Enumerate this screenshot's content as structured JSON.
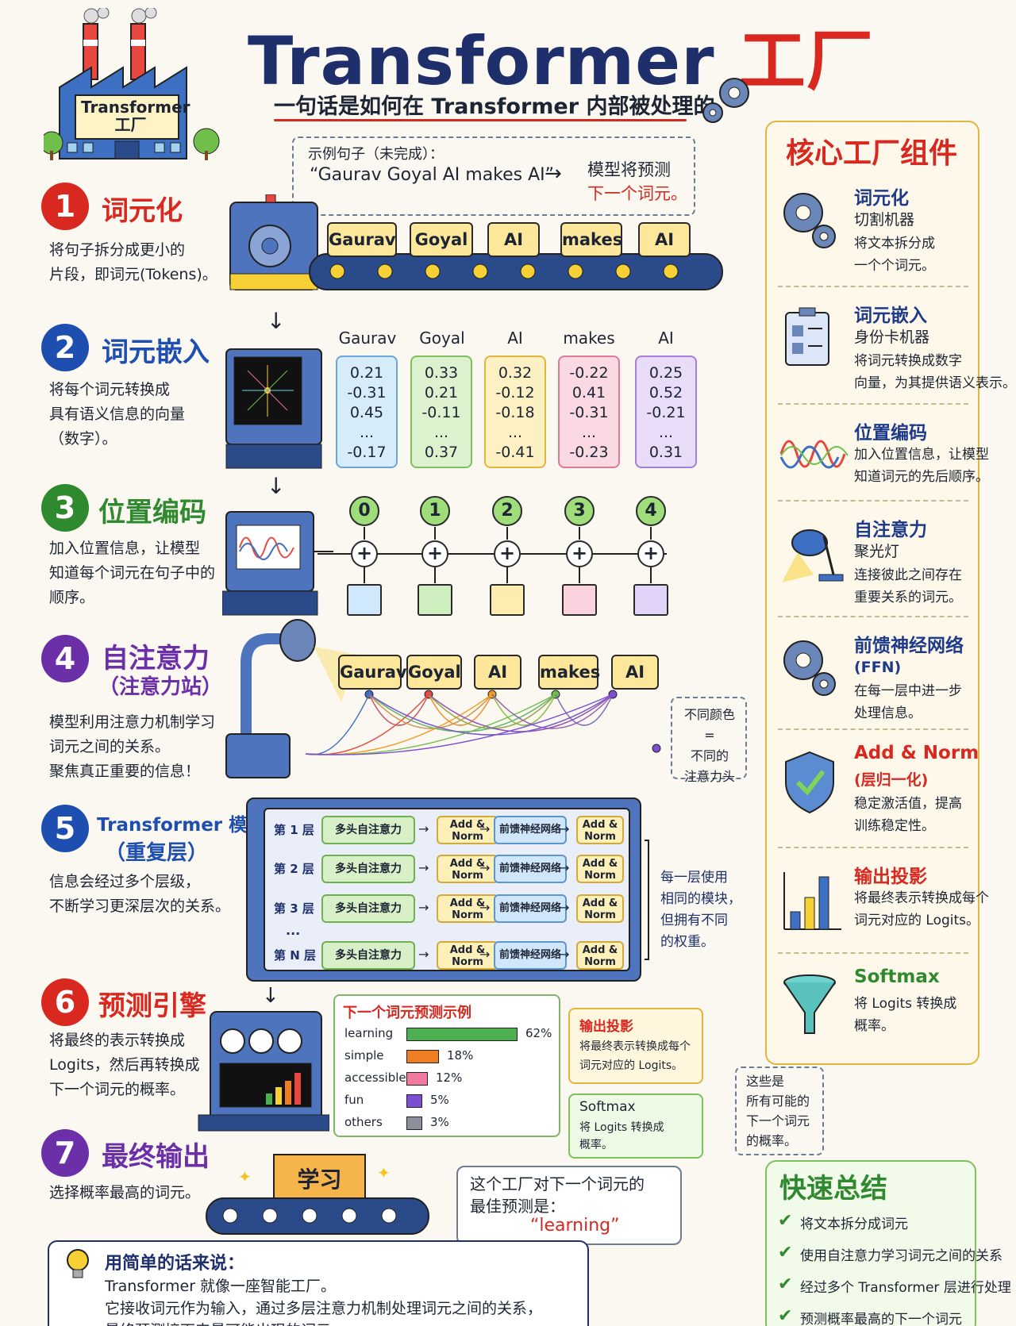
{
  "header": {
    "title_en": "Transformer",
    "title_cn": "工厂",
    "subtitle": "一句话是如何在 Transformer 内部被处理的",
    "factory_sign": "Transformer 工厂"
  },
  "example": {
    "label": "示例句子（未完成）：",
    "sentence": "“Gaurav Goyal AI makes AI”",
    "arrow": "→",
    "predict_line1": "模型将预测",
    "predict_line2": "下一个词元。"
  },
  "steps": [
    {
      "num": "1",
      "title": "词元化",
      "subtitle": "",
      "desc": [
        "将句子拆分成更小的",
        "片段，即词元(Tokens)。"
      ]
    },
    {
      "num": "2",
      "title": "词元嵌入",
      "subtitle": "",
      "desc": [
        "将每个词元转换成",
        "具有语义信息的向量",
        "（数字）。"
      ]
    },
    {
      "num": "3",
      "title": "位置编码",
      "subtitle": "",
      "desc": [
        "加入位置信息，让模型",
        "知道每个词元在句子中的",
        "顺序。"
      ]
    },
    {
      "num": "4",
      "title": "自注意力",
      "subtitle": "（注意力站）",
      "desc": [
        "模型利用注意力机制学习",
        "词元之间的关系。",
        "聚焦真正重要的信息！"
      ]
    },
    {
      "num": "5",
      "title": "Transformer 模块",
      "subtitle": "（重复层）",
      "desc": [
        "信息会经过多个层级，",
        "不断学习更深层次的关系。"
      ]
    },
    {
      "num": "6",
      "title": "预测引擎",
      "subtitle": "",
      "desc": [
        "将最终的表示转换成",
        "Logits，然后再转换成",
        "下一个词元的概率。"
      ]
    },
    {
      "num": "7",
      "title": "最终输出",
      "subtitle": "",
      "desc": [
        "选择概率最高的词元。"
      ]
    }
  ],
  "tokens": [
    "Gaurav",
    "Goyal",
    "AI",
    "makes",
    "AI"
  ],
  "embeddings": [
    {
      "token": "Gaurav",
      "values": [
        "0.21",
        "-0.31",
        "0.45",
        "...",
        "-0.17"
      ]
    },
    {
      "token": "Goyal",
      "values": [
        "0.33",
        "0.21",
        "-0.11",
        "...",
        "0.37"
      ]
    },
    {
      "token": "AI",
      "values": [
        "0.32",
        "-0.12",
        "-0.18",
        "...",
        "-0.41"
      ]
    },
    {
      "token": "makes",
      "values": [
        "-0.22",
        "0.41",
        "-0.31",
        "...",
        "-0.23"
      ]
    },
    {
      "token": "AI",
      "values": [
        "0.25",
        "0.52",
        "-0.21",
        "...",
        "0.31"
      ]
    }
  ],
  "positions": [
    "0",
    "1",
    "2",
    "3",
    "4"
  ],
  "plus_symbol": "+",
  "attention_note": [
    "不同颜色 =",
    "不同的",
    "注意力头"
  ],
  "layers": {
    "rows": [
      {
        "label": "第 1 层",
        "attn": "多头自注意力",
        "norm1": "Add & Norm",
        "ffn": "前馈神经网络",
        "norm2": "Add & Norm"
      },
      {
        "label": "第 2 层",
        "attn": "多头自注意力",
        "norm1": "Add & Norm",
        "ffn": "前馈神经网络",
        "norm2": "Add & Norm"
      },
      {
        "label": "第 3 层",
        "attn": "多头自注意力",
        "norm1": "Add & Norm",
        "ffn": "前馈神经网络",
        "norm2": "Add & Norm"
      },
      {
        "label": "第 N 层",
        "attn": "多头自注意力",
        "norm1": "Add & Norm",
        "ffn": "前馈神经网络",
        "norm2": "Add & Norm"
      }
    ],
    "ellipsis": "...",
    "note": [
      "每一层使用",
      "相同的模块，",
      "但拥有不同",
      "的权重。"
    ]
  },
  "prediction": {
    "title": "下一个词元预测示例",
    "items": [
      {
        "word": "learning",
        "pct": 62,
        "label": "62%",
        "color": "#4caf50"
      },
      {
        "word": "simple",
        "pct": 18,
        "label": "18%",
        "color": "#ef7d22"
      },
      {
        "word": "accessible",
        "pct": 12,
        "label": "12%",
        "color": "#f07aa0"
      },
      {
        "word": "fun",
        "pct": 5,
        "label": "5%",
        "color": "#7b4fd4"
      },
      {
        "word": "others",
        "pct": 3,
        "label": "3%",
        "color": "#8a8f99"
      }
    ],
    "logits_title": "输出投影",
    "logits_desc": [
      "将最终表示转换成每个",
      "词元对应的 Logits。"
    ],
    "softmax_title": "Softmax",
    "softmax_desc": [
      "将 Logits 转换成",
      "概率。"
    ],
    "prob_note": [
      "这些是",
      "所有可能的",
      "下一个词元",
      "的概率。"
    ]
  },
  "output": {
    "box_word": "学习",
    "answer_line1": "这个工厂对下一个词元的",
    "answer_line2": "最佳预测是：",
    "answer_word": "“learning”"
  },
  "simple": {
    "title": "用简单的话来说：",
    "line1": "Transformer 就像一座智能工厂。",
    "line2": "它接收词元作为输入，通过多层注意力机制处理词元之间的关系，",
    "line3": "最终预测接下来最可能出现的词元。"
  },
  "components": {
    "title": "核心工厂组件",
    "items": [
      {
        "title": "词元化",
        "sub": "切割机器",
        "desc": [
          "将文本拆分成",
          "一个个词元。"
        ],
        "icon": "gears-icon"
      },
      {
        "title": "词元嵌入",
        "sub": "身份卡机器",
        "desc": [
          "将词元转换成数字",
          "向量，为其提供语义表示。"
        ],
        "icon": "id-card-icon"
      },
      {
        "title": "位置编码",
        "sub": "",
        "desc": [
          "加入位置信息，让模型",
          "知道词元的先后顺序。"
        ],
        "icon": "wave-icon"
      },
      {
        "title": "自注意力",
        "sub": "聚光灯",
        "desc": [
          "连接彼此之间存在",
          "重要关系的词元。"
        ],
        "icon": "lamp-icon"
      },
      {
        "title": "前馈神经网络",
        "sub": "(FFN)",
        "desc": [
          "在每一层中进一步",
          "处理信息。"
        ],
        "icon": "gears-icon"
      },
      {
        "title": "Add & Norm",
        "sub": "(层归一化)",
        "desc": [
          "稳定激活值，提高",
          "训练稳定性。"
        ],
        "icon": "shield-check-icon"
      },
      {
        "title": "输出投影",
        "sub": "",
        "desc": [
          "将最终表示转换成每个",
          "词元对应的 Logits。"
        ],
        "icon": "bar-chart-icon"
      },
      {
        "title": "Softmax",
        "sub": "",
        "desc": [
          "将 Logits 转换成",
          "概率。"
        ],
        "icon": "funnel-icon"
      }
    ]
  },
  "summary": {
    "title": "快速总结",
    "items": [
      "将文本拆分成词元",
      "使用自注意力学习词元之间的关系",
      "经过多个 Transformer 层进行处理",
      "预测概率最高的下一个词元"
    ],
    "check": "✔"
  },
  "colors": {
    "navy": "#1e2f6b",
    "red": "#d8281f",
    "step1": "#d8281f",
    "step2": "#1e4fb0",
    "step3": "#2f8a2f",
    "step4": "#6b2fa8",
    "step5": "#1e4fb0",
    "step6": "#d8281f",
    "step7": "#6b2fa8"
  }
}
